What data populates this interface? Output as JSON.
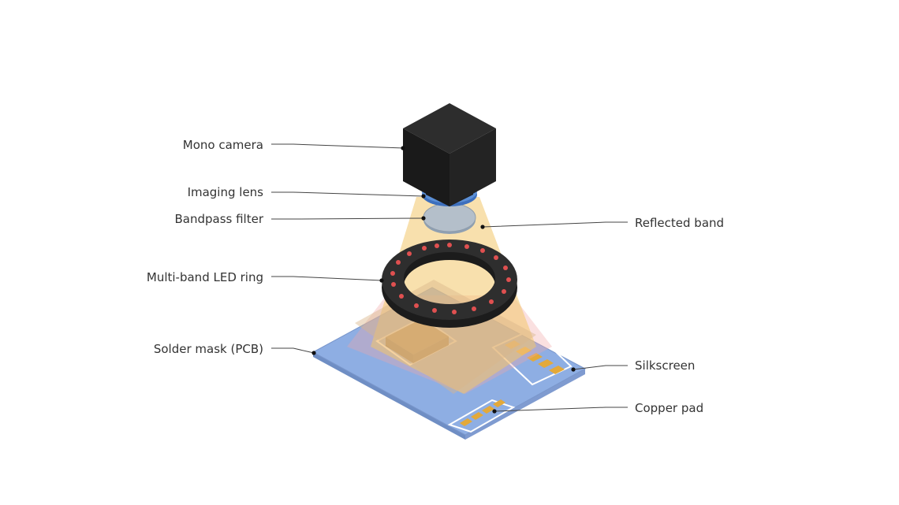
{
  "labels": {
    "mono_camera": "Mono camera",
    "imaging_lens": "Imaging lens",
    "bandpass_filter": "Bandpass filter",
    "led_ring": "Multi-band LED ring",
    "solder_mask": "Solder mask (PCB)",
    "reflected_band": "Reflected band",
    "silkscreen": "Silkscreen",
    "copper_pad": "Copper pad"
  },
  "colors": {
    "camera": "#1e1e1e",
    "lens": "#5b8fd6",
    "filter": "#b4bfca",
    "ring": "#2e2e2e",
    "led": "#e05050",
    "pcb": "#8eaee3",
    "pcb_edge": "#6f8ec4",
    "chip": "#7a5a2e",
    "copper": "#e3a93a",
    "silkscreen": "#ffffff",
    "reflected_beam": "#f2c66a",
    "illumination": "#f2a6a6"
  },
  "icons": {
    "camera": "camera-icon",
    "lens": "lens-icon",
    "filter": "filter-icon",
    "ring": "led-ring-icon",
    "pcb": "pcb-icon"
  }
}
